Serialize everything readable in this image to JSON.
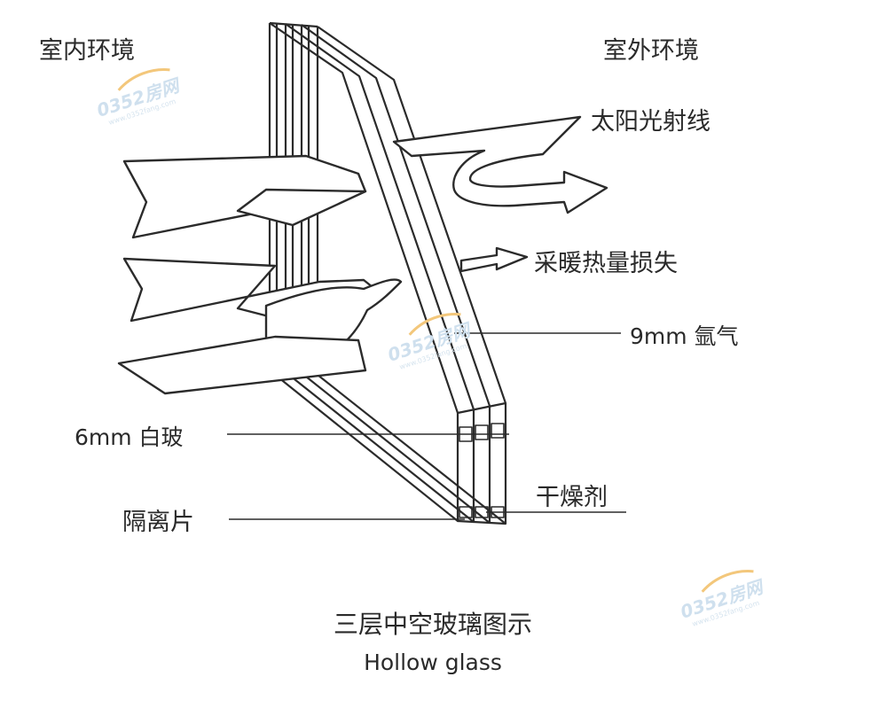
{
  "labels": {
    "indoor": "室内环境",
    "outdoor": "室外环境",
    "solar": "太阳光射线",
    "heat_loss": "采暖热量损失",
    "argon": "9mm 氩气",
    "white_glass": "6mm 白玻",
    "spacer": "隔离片",
    "desiccant": "干燥剂"
  },
  "title": {
    "cn": "三层中空玻璃图示",
    "en": "Hollow glass"
  },
  "watermark": {
    "brand": "0352房网",
    "domain": "www.0352fang.com"
  },
  "colors": {
    "line": "#2b2b2b",
    "label": "#2a2a2a",
    "watermark": "#cfe0ee",
    "watermark_accent": "#f3c77b",
    "background": "#ffffff"
  }
}
